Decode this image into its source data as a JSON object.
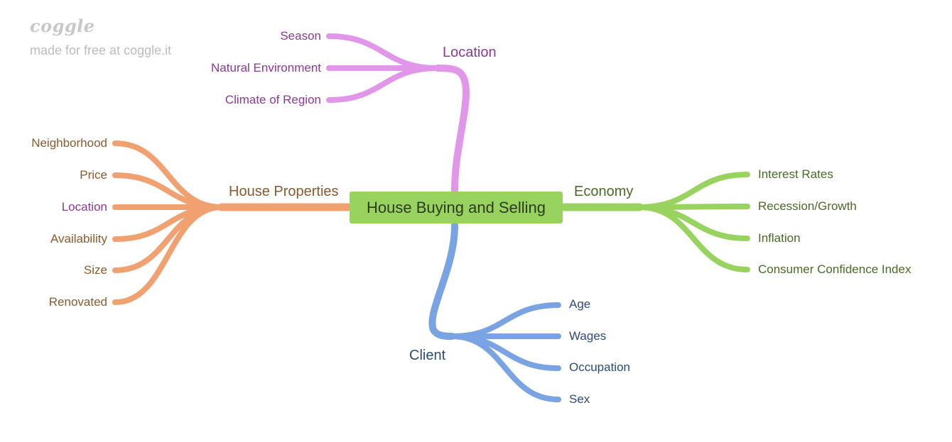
{
  "watermark": {
    "logo": "coggle",
    "subtitle": "made for free at coggle.it"
  },
  "root": {
    "label": "House Buying and Selling",
    "color": "#98d35f"
  },
  "branches": {
    "location": {
      "label": "Location",
      "color": "#e196ea",
      "text_color": "#8a3a96",
      "children": [
        "Season",
        "Natural Environment",
        "Climate of Region"
      ]
    },
    "house_properties": {
      "label": "House Properties",
      "color": "#f0a16f",
      "text_color": "#8a5a2e",
      "children": [
        "Neighborhood",
        "Price",
        "Location",
        "Availability",
        "Size",
        "Renovated"
      ]
    },
    "economy": {
      "label": "Economy",
      "color": "#98d35f",
      "text_color": "#4a6a26",
      "children": [
        "Interest Rates",
        "Recession/Growth",
        "Inflation",
        "Consumer Confidence Index"
      ]
    },
    "client": {
      "label": "Client",
      "color": "#7aa3e3",
      "text_color": "#2c4a7a",
      "children": [
        "Age",
        "Wages",
        "Occupation",
        "Sex"
      ]
    }
  }
}
